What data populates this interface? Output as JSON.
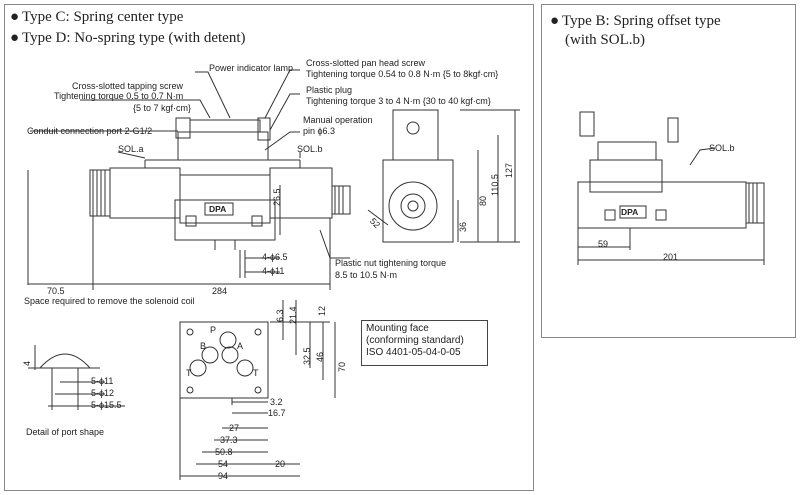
{
  "headings": {
    "type_c": "Type C: Spring center type",
    "type_d": "Type D: No-spring type (with detent)",
    "type_b_line1": "Type B: Spring offset type",
    "type_b_line2": "(with SOL.b)"
  },
  "callouts": {
    "power_lamp": "Power indicator lamp",
    "tapping_screw_1": "Cross-slotted tapping screw",
    "tapping_screw_2": "Tightening torque 0.5 to 0.7 N·m",
    "tapping_screw_3": "{5 to 7 kgf·cm}",
    "pan_screw_1": "Cross-slotted pan head screw",
    "pan_screw_2": "Tightening torque 0.54 to 0.8 N·m {5 to 8kgf·cm}",
    "plastic_plug_1": "Plastic plug",
    "plastic_plug_2": "Tightening torque 3 to 4 N·m {30 to 40 kgf·cm}",
    "conduit": "Conduit connection port 2-G1/2",
    "manual_op_1": "Manual operation",
    "manual_op_2": "pin ϕ6.3",
    "sol_a": "SOL.a",
    "sol_b": "SOL.b",
    "sol_b_right": "SOL.b",
    "nut_1": "Plastic nut tightening torque",
    "nut_2": "8.5 to 10.5 N·m",
    "space_note": "Space required to remove the solenoid coil",
    "port_detail": "Detail of port shape",
    "brand": "DPA",
    "mounting_1": "Mounting face",
    "mounting_2": "(conforming standard)",
    "mounting_3": "ISO 4401-05-04-0-05"
  },
  "dims": {
    "d70_5": "70.5",
    "d284": "284",
    "d26_5": "26.5",
    "d4_6_5": "4-ϕ6.5",
    "d4_11": "4-ϕ11",
    "d36": "36",
    "d80": "80",
    "d110_5": "110.5",
    "d127": "127",
    "d52": "52",
    "d59": "59",
    "d201": "201",
    "d6_3": "6.3",
    "d21_4": "21.4",
    "d12": "12",
    "d32_5": "32.5",
    "d46": "46",
    "d70": "70",
    "d3_2": "3.2",
    "d16_7": "16.7",
    "d27": "27",
    "d37_3": "37.3",
    "d50_8": "50.8",
    "d54": "54",
    "d94": "94",
    "d20": "20",
    "d4": "4",
    "d5_11": "5-ϕ11",
    "d5_12": "5-ϕ12",
    "d5_15_5": "5-ϕ15.5"
  },
  "ports": {
    "p": "P",
    "a": "A",
    "b": "B",
    "t1": "T",
    "t2": "T"
  }
}
